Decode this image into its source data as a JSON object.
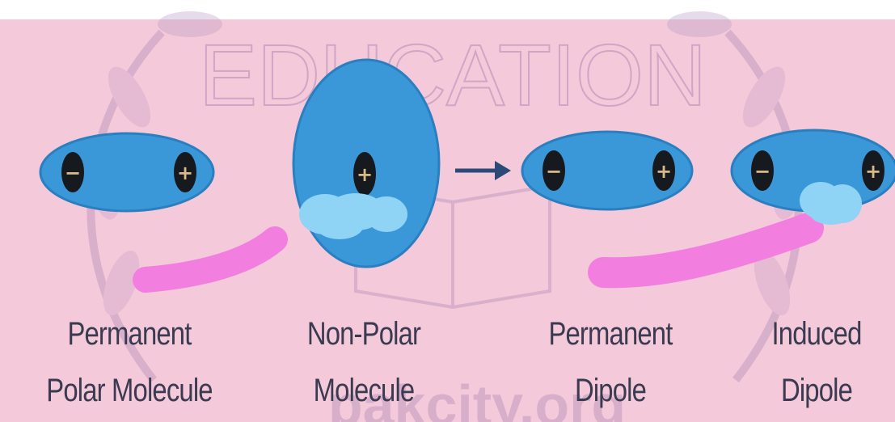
{
  "colors": {
    "background": "#f4c9d9",
    "molecule": "#3b98d8",
    "molecule_edge": "#2a7fc0",
    "charge_fill": "#161a1f",
    "charge_symbol": "#d8b98a",
    "highlight_blue": "#8fd3f5",
    "highlight_pink": "#f27fe0",
    "watermark": "#b890b8",
    "arrow": "#2c4a78"
  },
  "watermark": {
    "word": "EDUCATION",
    "site": "pakcity.org"
  },
  "molecules": [
    {
      "id": "permanent-polar",
      "charges": [
        "−",
        "+"
      ]
    },
    {
      "id": "non-polar",
      "charges": [
        "+"
      ]
    },
    {
      "id": "permanent-dipole",
      "charges": [
        "−",
        "+"
      ]
    },
    {
      "id": "induced-dipole",
      "charges": [
        "−",
        "+"
      ]
    }
  ],
  "captions": [
    {
      "line1": "Permanent",
      "line2": "Polar Molecule"
    },
    {
      "line1": "Non-Polar",
      "line2": "Molecule"
    },
    {
      "line1": "Permanent",
      "line2": "Dipole"
    },
    {
      "line1": "Induced",
      "line2": "Dipole"
    }
  ],
  "arrow_icon": "right-arrow-icon"
}
